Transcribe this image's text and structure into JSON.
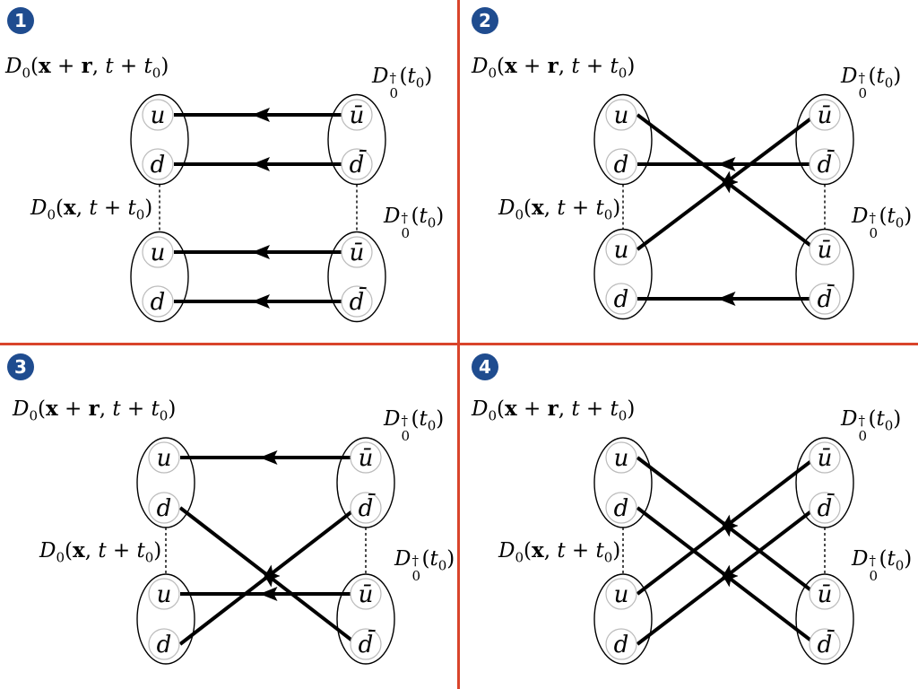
{
  "panels": [
    {
      "id": "1",
      "number": "①",
      "diagram": "direct"
    },
    {
      "id": "2",
      "number": "②",
      "diagram": "u-exchange"
    },
    {
      "id": "3",
      "number": "③",
      "diagram": "d-exchange"
    },
    {
      "id": "4",
      "number": "④",
      "diagram": "both-exchange"
    }
  ],
  "labels": {
    "sink_top": "D0(x + r, t + t0)",
    "sink_bottom": "D0(x, t + t0)",
    "source": "D0†(t0)"
  },
  "quarks": {
    "u": "u",
    "d": "d",
    "ubar": "ū",
    "dbar": "d̄"
  },
  "colors": {
    "divider": "#d9442b",
    "badge": "#1f4c8f"
  }
}
